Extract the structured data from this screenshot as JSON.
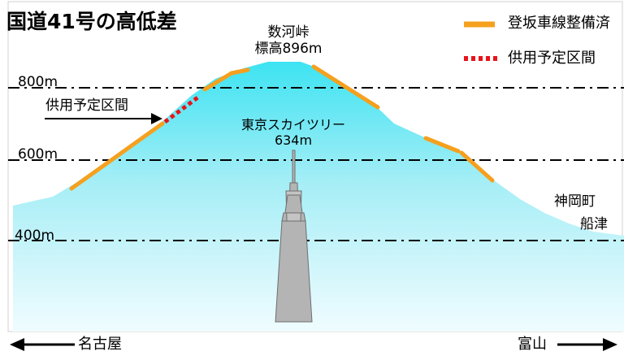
{
  "title": "国道41号の高低差",
  "legend": {
    "completed": {
      "label": "登坂車線整備済",
      "color": "#f5a01e"
    },
    "planned": {
      "label": "供用予定区間",
      "color": "#e8141a"
    }
  },
  "summit": {
    "name": "数河峠",
    "elevation": "標高896m"
  },
  "tower": {
    "name": "東京スカイツリー",
    "height": "634m"
  },
  "elevation_lines": [
    "800m",
    "600m",
    "400m"
  ],
  "planned_callout": "供用予定区間",
  "right_place": {
    "line1": "神岡町",
    "line2": "船津"
  },
  "directions": {
    "left": "名古屋",
    "right": "富山"
  },
  "colors": {
    "sky_top": "#3de3f2",
    "sky_bottom": "#eefcff",
    "tower": "#b4b4b4"
  }
}
